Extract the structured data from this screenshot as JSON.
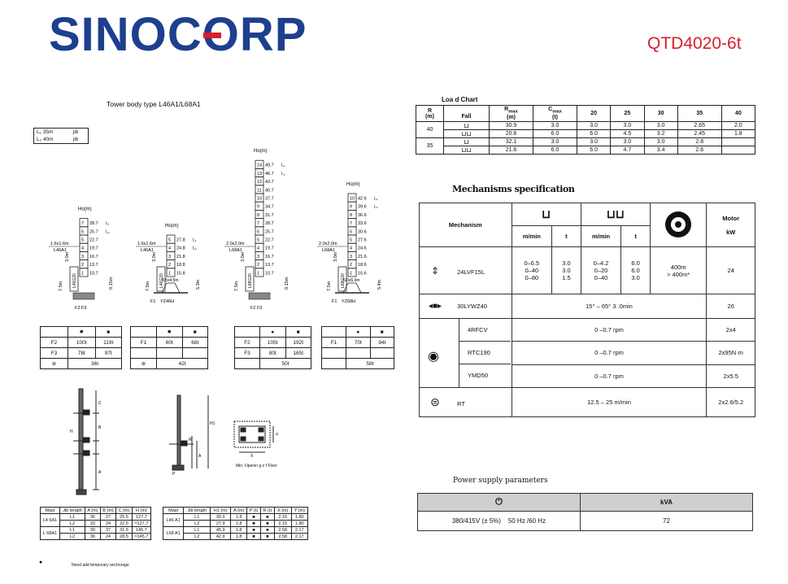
{
  "header": {
    "logo_part1": "SINO",
    "logo_part2": "CORP",
    "model": "QTD4020-6t"
  },
  "tower_body": {
    "title": "Tower body  type   L46A1/L68A1",
    "jib": [
      {
        "label": "L₁  35m",
        "unit": "jib"
      },
      {
        "label": "L₂  40m",
        "unit": "jib"
      }
    ]
  },
  "towers": [
    {
      "id": "t1",
      "ho": "Ho(m)",
      "heights": [
        "28.7",
        "25.7",
        "22.7",
        "19.7",
        "16.7",
        "13.7",
        "10.7"
      ],
      "nums": [
        "7",
        "6",
        "5",
        "4",
        "3",
        "2",
        "1"
      ],
      "l1": "L₁",
      "l2": "L₂",
      "spacing": "1.6x1.6m",
      "section": "L46A1",
      "gap": "3.0m",
      "base": "7.5m",
      "vert": "L46G20",
      "clear": "0.15m",
      "forces": "F2  F3",
      "base_label": ""
    },
    {
      "id": "t2",
      "ho": "Ho(m)",
      "heights": [
        "27.8",
        "24.8",
        "21.8",
        "18.8",
        "15.8"
      ],
      "nums": [
        "5",
        "4",
        "3",
        "2",
        "1"
      ],
      "l1": "L₁",
      "l2": "L₂",
      "spacing": "1.6x1.6m",
      "section": "L46A1",
      "gap": "3.0m",
      "base": "7.5m",
      "vert": "L46G20",
      "clear": "5.3m",
      "forces": "F1",
      "base_label": "YZ46H",
      "base_dim": "4.5x4.5m"
    },
    {
      "id": "t3",
      "ho": "Ho(m)",
      "heights": [
        "49.7",
        "46.7",
        "43.7",
        "40.7",
        "37.7",
        "34.7",
        "31.7",
        "28.7",
        "25.7",
        "22.7",
        "19.7",
        "16.7",
        "13.7",
        "10.7"
      ],
      "nums": [
        "14",
        "13",
        "12",
        "11",
        "10",
        "9",
        "8",
        "7",
        "6",
        "5",
        "4",
        "3",
        "2",
        "1"
      ],
      "l1": "L₁",
      "l2": "L₂",
      "spacing": "2.0x2.0m",
      "section": "L68A1",
      "gap": "3.0m",
      "base": "7.5m",
      "vert": "L68G20",
      "clear": "0.15m",
      "forces": "F2  F3",
      "base_label": ""
    },
    {
      "id": "t4",
      "ho": "Ho(m)",
      "heights": [
        "42.6",
        "39.6",
        "36.6",
        "33.6",
        "30.6",
        "27.6",
        "24.6",
        "21.6",
        "18.6",
        "15.6"
      ],
      "nums": [
        "10",
        "9",
        "8",
        "7",
        "6",
        "5",
        "4",
        "3",
        "2",
        "1"
      ],
      "l1": "L₁",
      "l2": "L₂",
      "spacing": "2.0x2.0m",
      "section": "L68A1",
      "gap": "3.0m",
      "base": "7.5m",
      "vert": "L68G20",
      "clear": "5.4m",
      "forces": "F1",
      "base_label": "YZ68H",
      "base_dim": "6.0x6.0m"
    }
  ],
  "force_tables": [
    {
      "id": "ft1",
      "rows": [
        [
          "F2",
          "100t",
          "119t"
        ],
        [
          "F3",
          "78t",
          "97t"
        ]
      ],
      "weight": "36t"
    },
    {
      "id": "ft2",
      "rows": [
        [
          "F1",
          "60t",
          "68t"
        ]
      ],
      "weight": "42t"
    },
    {
      "id": "ft3",
      "rows": [
        [
          "F2",
          "105t",
          "192t"
        ],
        [
          "F3",
          "80t",
          "165t"
        ]
      ],
      "weight": "50t"
    },
    {
      "id": "ft4",
      "rows": [
        [
          "F1",
          "70t",
          "94t"
        ]
      ],
      "weight": "58t"
    }
  ],
  "load_chart": {
    "title": "Loa d Chart",
    "headers": {
      "r": "R",
      "r_unit": "(m)",
      "fall": "Fall",
      "rmax": "R",
      "rmax_sub": "max",
      "rmax_unit": "(m)",
      "cmax": "C",
      "cmax_sub": "max",
      "cmax_unit": "(t)",
      "cols": [
        "20",
        "25",
        "30",
        "35",
        "40"
      ]
    },
    "rows": [
      {
        "r": "40",
        "fall": "⊔",
        "rmax": "30.9",
        "cmax": "3.0",
        "vals": [
          "3.0",
          "3.0",
          "3.0",
          "2.65",
          "2.0"
        ]
      },
      {
        "r": "",
        "fall": "⊔⊔",
        "rmax": "20.6",
        "cmax": "6.0",
        "vals": [
          "6.0",
          "4.5",
          "3.2",
          "2.45",
          "1.8"
        ]
      },
      {
        "r": "35",
        "fall": "⊔",
        "rmax": "32.1",
        "cmax": "3.0",
        "vals": [
          "3.0",
          "3.0",
          "3.0",
          "2.8",
          ""
        ]
      },
      {
        "r": "",
        "fall": "⊔⊔",
        "rmax": "21.6",
        "cmax": "6.0",
        "vals": [
          "6.0",
          "4.7",
          "3.4",
          "2.6",
          ""
        ]
      }
    ]
  },
  "mechanisms": {
    "title": "Mechanisms specification",
    "header": {
      "mechanism": "Mechanism",
      "mmin": "m/min",
      "t": "t",
      "motor": "Motor",
      "kw": "kW"
    },
    "hoist": {
      "name": "24LVF15L",
      "speeds1": [
        "0–6.5",
        "0–40",
        "0–80"
      ],
      "loads1": [
        "3.0",
        "3.0",
        "1.5"
      ],
      "speeds2": [
        "0–4.2",
        "0–20",
        "0–40"
      ],
      "loads2": [
        "6.0",
        "6.0",
        "3.0"
      ],
      "rope": "400m",
      "rope2": "> 400m*",
      "kw": "24"
    },
    "luff": {
      "name": "30LYWZ40",
      "spec": "15° – 65°  3 .0min",
      "kw": "26"
    },
    "slew": [
      {
        "name": "4RFCV",
        "spec": "0 –0.7 rpm",
        "kw": "2x4"
      },
      {
        "name": "RTC190",
        "spec": "0 –0.7 rpm",
        "kw": "2x95N·m"
      },
      {
        "name": "YMD50",
        "spec": "0 –0.7 rpm",
        "kw": "2x5.5"
      }
    ],
    "travel": {
      "name": "RT",
      "spec": "12.5 – 25 m/min",
      "kw": "2x2.6/5.2"
    }
  },
  "power": {
    "title": "Power  supply parameters",
    "head_kva": "kVA",
    "voltage": "380/415V (± 5%)",
    "freq": "50 Hz /60 Hz",
    "kva": "72"
  },
  "mast_tables": {
    "left": {
      "headers": [
        "Mast",
        "Jib length",
        "A (m)",
        "B (m)",
        "C (m)",
        "H (m)"
      ],
      "rows": [
        [
          "L4 6A1",
          "L1",
          "36",
          "27",
          "25.5",
          "127.7"
        ],
        [
          "",
          "L2",
          "33",
          "24",
          "22.5",
          "≈127.7"
        ],
        [
          "L 68A1",
          "L1",
          "39",
          "37",
          "31.5",
          "145.7"
        ],
        [
          "",
          "L2",
          "36",
          "24",
          "28.5",
          "≈145.7"
        ]
      ]
    },
    "right": {
      "headers": [
        "Mast",
        "Jib length",
        "H1 (m)",
        "A (m)",
        "P (t)",
        "R (t)",
        "X (m)",
        "Y (m)"
      ],
      "rows": [
        [
          "L46 A1",
          "L1",
          "30.9",
          "1.8",
          "■",
          "■",
          "2.15",
          "1.80"
        ],
        [
          "",
          "L2",
          "27.9",
          "1.8",
          "■",
          "■",
          "2.15",
          "1.80"
        ],
        [
          "L68 A1",
          "L1",
          "45.9",
          "1.8",
          "■",
          "■",
          "2.58",
          "2.17"
        ],
        [
          "",
          "L2",
          "42.9",
          "1.8",
          "■",
          "■",
          "2.58",
          "2.17"
        ]
      ]
    },
    "note": "Need add temporary anchorage",
    "floor": "Min. Openin g o f Floor"
  }
}
